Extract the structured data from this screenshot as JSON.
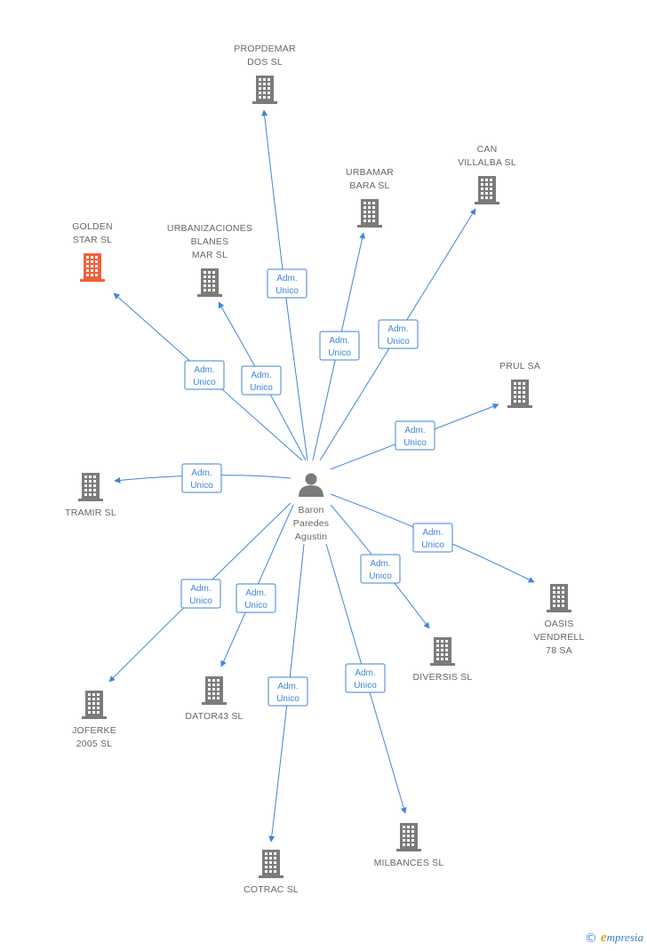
{
  "center": {
    "name_lines": [
      "Baron",
      "Paredes",
      "Agustin"
    ],
    "icon": "person-icon"
  },
  "relation_lines": [
    "Adm.",
    "Unico"
  ],
  "companies": [
    {
      "id": "propdemar-dos-sl",
      "name_lines": [
        "PROPDEMAR",
        "DOS SL"
      ],
      "icon": "building-icon",
      "highlight": false
    },
    {
      "id": "urbamar-bara-sl",
      "name_lines": [
        "URBAMAR",
        "BARA SL"
      ],
      "icon": "building-icon",
      "highlight": false
    },
    {
      "id": "can-villalba-sl",
      "name_lines": [
        "CAN",
        "VILLALBA SL"
      ],
      "icon": "building-icon",
      "highlight": false
    },
    {
      "id": "golden-star-sl",
      "name_lines": [
        "GOLDEN",
        "STAR SL"
      ],
      "icon": "building-icon",
      "highlight": true
    },
    {
      "id": "urbanizaciones-blanes-mar-sl",
      "name_lines": [
        "URBANIZACIONES",
        "BLANES",
        "MAR SL"
      ],
      "icon": "building-icon",
      "highlight": false
    },
    {
      "id": "prul-sa",
      "name_lines": [
        "PRUL SA"
      ],
      "icon": "building-icon",
      "highlight": false
    },
    {
      "id": "tramir-sl",
      "name_lines": [
        "TRAMIR SL"
      ],
      "icon": "building-icon",
      "highlight": false
    },
    {
      "id": "oasis-vendrell-78-sa",
      "name_lines": [
        "OASIS",
        "VENDRELL",
        "78 SA"
      ],
      "icon": "building-icon",
      "highlight": false
    },
    {
      "id": "diversis-sl",
      "name_lines": [
        "DIVERSIS SL"
      ],
      "icon": "building-icon",
      "highlight": false
    },
    {
      "id": "joferke-2005-sl",
      "name_lines": [
        "JOFERKE",
        "2005 SL"
      ],
      "icon": "building-icon",
      "highlight": false
    },
    {
      "id": "dator43-sl",
      "name_lines": [
        "DATOR43 SL"
      ],
      "icon": "building-icon",
      "highlight": false
    },
    {
      "id": "cotrac-sl",
      "name_lines": [
        "COTRAC SL"
      ],
      "icon": "building-icon",
      "highlight": false
    },
    {
      "id": "milbances-sl",
      "name_lines": [
        "MILBANCES SL"
      ],
      "icon": "building-icon",
      "highlight": false
    }
  ],
  "colors": {
    "edge": "#3f86d6",
    "building": "#7b7b7b",
    "building_highlight": "#f0603a",
    "label": "#666666"
  },
  "footer": {
    "copyright": "©",
    "brand_initial": "e",
    "brand_rest": "mpresia"
  }
}
